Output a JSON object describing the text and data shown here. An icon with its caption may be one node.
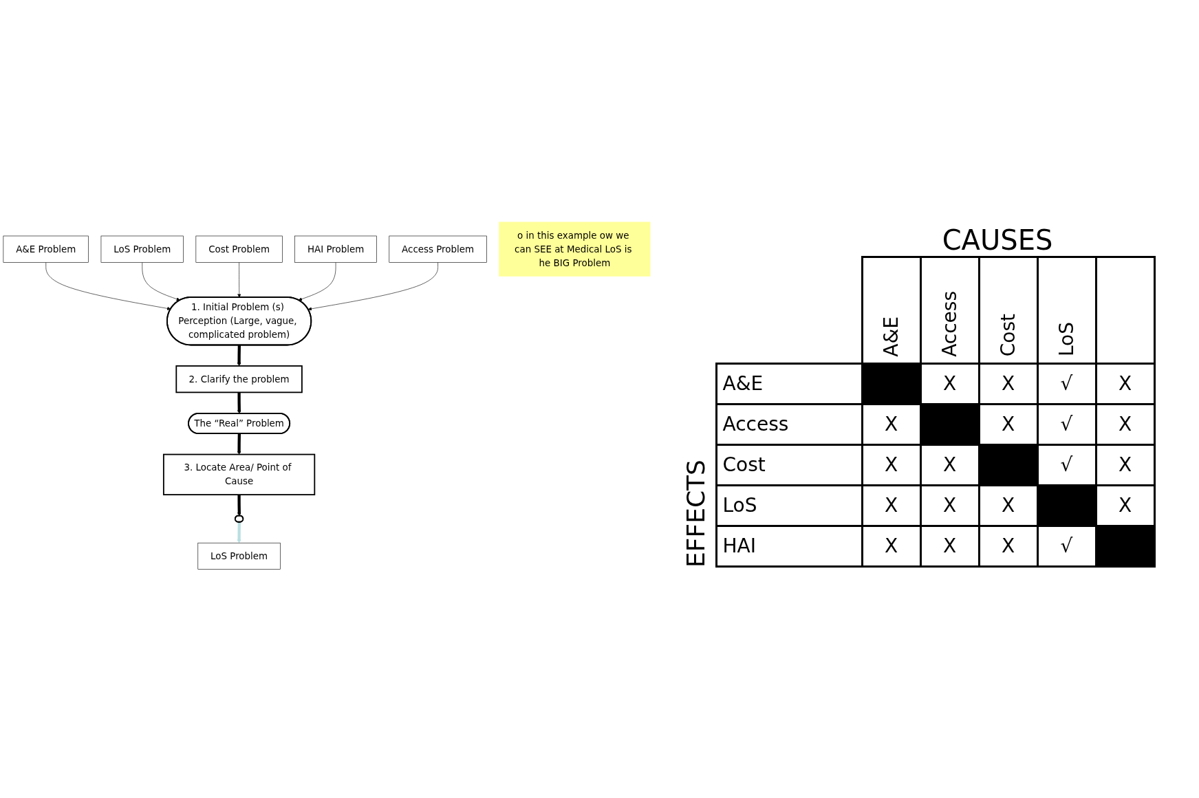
{
  "diagram": {
    "nodes": [
      {
        "text": [
          "A&E Problem"
        ]
      },
      {
        "text": [
          "LoS Problem"
        ]
      },
      {
        "text": [
          "Cost Problem"
        ]
      },
      {
        "text": [
          "HAI Problem"
        ]
      },
      {
        "text": [
          "Access Problem"
        ]
      },
      {
        "text": [
          "1. Initial Problem (s) Perception (Large, vague, complicated problem)"
        ]
      },
      {
        "text": [
          "2. Clarify the problem"
        ]
      },
      {
        "text": [
          "The “Real” Problem"
        ]
      },
      {
        "text": [
          "3. Locate Area/ Point of Cause"
        ]
      },
      {
        "text": [],
        "shape": "circle"
      },
      {
        "text": [
          "LoS Problem"
        ]
      },
      {
        "text": [
          "o in this example ow we can SEE at Medical LoS is he BIG Problem"
        ]
      }
    ],
    "edges": [
      {
        "from": 0,
        "to": 5,
        "arrow": "to"
      },
      {
        "from": 1,
        "to": 5,
        "arrow": "to"
      },
      {
        "from": 2,
        "to": 5,
        "arrow": "to"
      },
      {
        "from": 3,
        "to": 5,
        "arrow": "to"
      },
      {
        "from": 4,
        "to": 5,
        "arrow": "to"
      },
      {
        "from": 5,
        "to": 6,
        "arrow": "to",
        "style": "thick"
      },
      {
        "from": 6,
        "to": 7,
        "arrow": "to",
        "style": "thick"
      },
      {
        "from": 7,
        "to": 8,
        "arrow": "to",
        "style": "thick"
      },
      {
        "from": 8,
        "to": 9,
        "arrow": "to",
        "style": "thick"
      },
      {
        "from": 9,
        "to": 10,
        "arrow": "to",
        "style": "thick",
        "color": "#b9dfe2"
      }
    ],
    "labels": [
      "CAUSES",
      "EFFECTS",
      "A&E",
      "Access",
      "Cost",
      "LoS",
      "A&E",
      "X",
      "X",
      "√",
      "X",
      "Access",
      "X",
      "X",
      "√",
      "X",
      "Cost",
      "X",
      "X",
      "√",
      "X",
      "LoS",
      "X",
      "X",
      "X",
      "X",
      "HAI",
      "X",
      "X",
      "X",
      "√"
    ]
  }
}
